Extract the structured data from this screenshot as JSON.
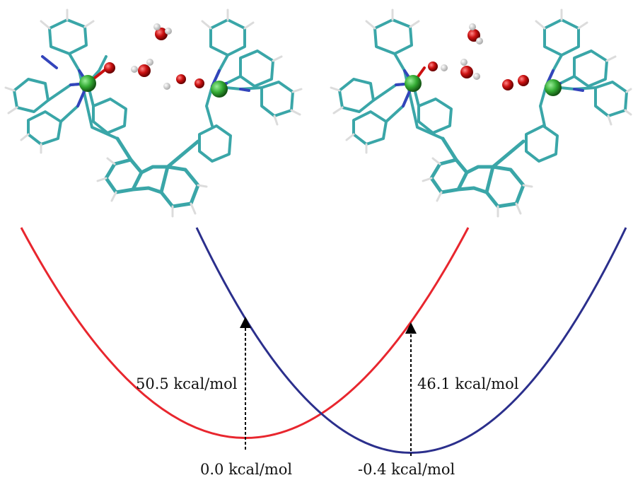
{
  "energies": {
    "barrier_left": "50.5 kcal/mol",
    "barrier_right": "46.1 kcal/mol",
    "minimum_left": "0.0 kcal/mol",
    "minimum_right": "-0.4 kcal/mol"
  },
  "colors": {
    "left_curve": "#e8262e",
    "right_curve": "#2b2f8c",
    "bond_carbon": "#3aa6a8",
    "bond_nitrogen": "#3344bb",
    "metal_atom": "#33aa33",
    "oxygen_atom": "#cc1111",
    "hydrogen_atom": "#e6e6e6"
  },
  "icons": [
    "molecular-structure-icon",
    "water-molecule-icon",
    "metal-center-icon"
  ]
}
